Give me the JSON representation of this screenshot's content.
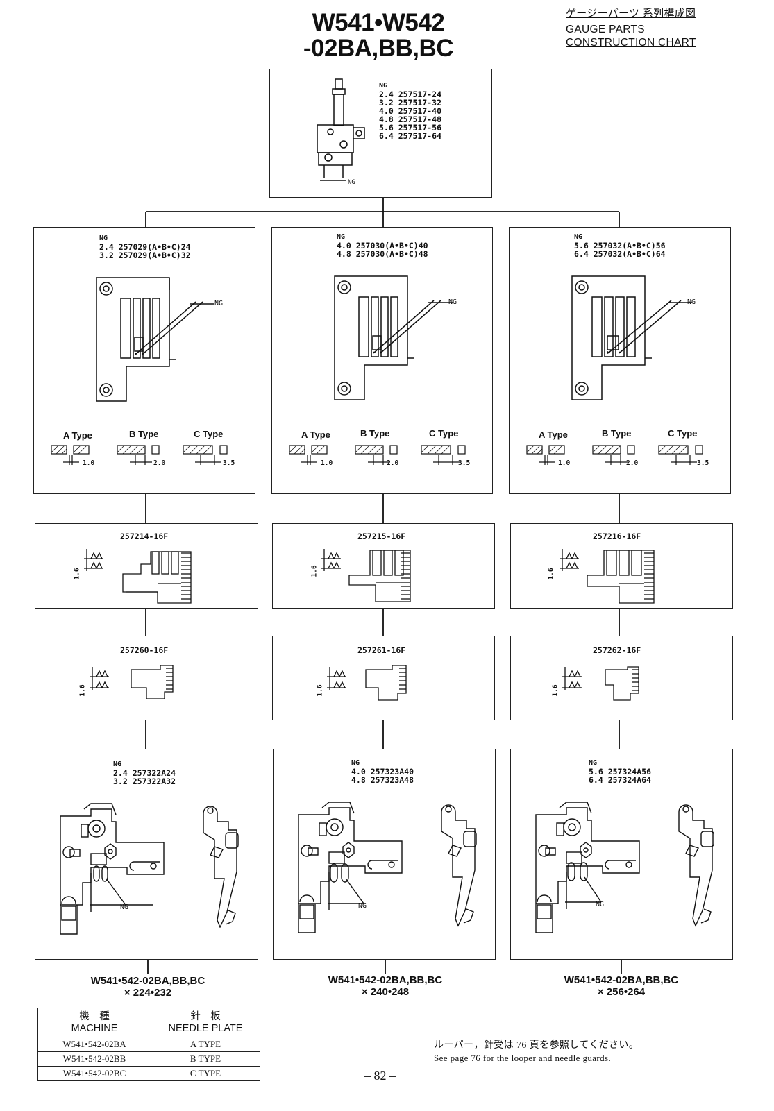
{
  "header": {
    "title_line1": "W541•W542",
    "title_line2": "-02BA,BB,BC",
    "jp_title": "ゲージーパーツ 系列構成図",
    "en_title_line1": "GAUGE PARTS",
    "en_title_line2": "CONSTRUCTION CHART"
  },
  "top_part": {
    "ng_label": "NG",
    "lines": [
      "2.4 257517-24",
      "3.2 257517-32",
      "4.0 257517-40",
      "4.8 257517-48",
      "5.6 257517-56",
      "6.4 257517-64"
    ],
    "dim_label": "NG"
  },
  "needle_plates": [
    {
      "ng_label": "NG",
      "lines": [
        "2.4 257029(A•B•C)24",
        "3.2 257029(A•B•C)32"
      ],
      "callout": "NG"
    },
    {
      "ng_label": "NG",
      "lines": [
        "4.0 257030(A•B•C)40",
        "4.8 257030(A•B•C)48"
      ],
      "callout": "NG"
    },
    {
      "ng_label": "NG",
      "lines": [
        "5.6 257032(A•B•C)56",
        "6.4 257032(A•B•C)64"
      ],
      "callout": "NG"
    }
  ],
  "plate_types": [
    {
      "label": "A Type",
      "dim": "1.0"
    },
    {
      "label": "B Type",
      "dim": "2.0"
    },
    {
      "label": "C Type",
      "dim": "3.5"
    }
  ],
  "feed_dogs_main": [
    {
      "part": "257214-16F",
      "dim": "1.6"
    },
    {
      "part": "257215-16F",
      "dim": "1.6"
    },
    {
      "part": "257216-16F",
      "dim": "1.6"
    }
  ],
  "feed_dogs_sub": [
    {
      "part": "257260-16F",
      "dim": "1.6"
    },
    {
      "part": "257261-16F",
      "dim": "1.6"
    },
    {
      "part": "257262-16F",
      "dim": "1.6"
    }
  ],
  "presser_feet": [
    {
      "ng_label": "NG",
      "lines": [
        "2.4 257322A24",
        "3.2 257322A32"
      ],
      "callout": "NG"
    },
    {
      "ng_label": "NG",
      "lines": [
        "4.0 257323A40",
        "4.8 257323A48"
      ],
      "callout": "NG"
    },
    {
      "ng_label": "NG",
      "lines": [
        "5.6 257324A56",
        "6.4 257324A64"
      ],
      "callout": "NG"
    }
  ],
  "models": [
    {
      "line1": "W541•542-02BA,BB,BC",
      "line2": "× 224•232"
    },
    {
      "line1": "W541•542-02BA,BB,BC",
      "line2": "× 240•248"
    },
    {
      "line1": "W541•542-02BA,BB,BC",
      "line2": "× 256•264"
    }
  ],
  "spec_table": {
    "head_jp_machine": "機　種",
    "head_jp_plate": "針　板",
    "head_machine": "MACHINE",
    "head_plate": "NEEDLE PLATE",
    "rows": [
      {
        "machine": "W541•542-02BA",
        "plate": "A TYPE"
      },
      {
        "machine": "W541•542-02BB",
        "plate": "B TYPE"
      },
      {
        "machine": "W541•542-02BC",
        "plate": "C TYPE"
      }
    ]
  },
  "footer": {
    "note_jp": "ルーパー，針受は 76 頁を参照してください。",
    "note_en": "See page 76 for the looper and needle guards.",
    "page_number": "– 82 –"
  }
}
